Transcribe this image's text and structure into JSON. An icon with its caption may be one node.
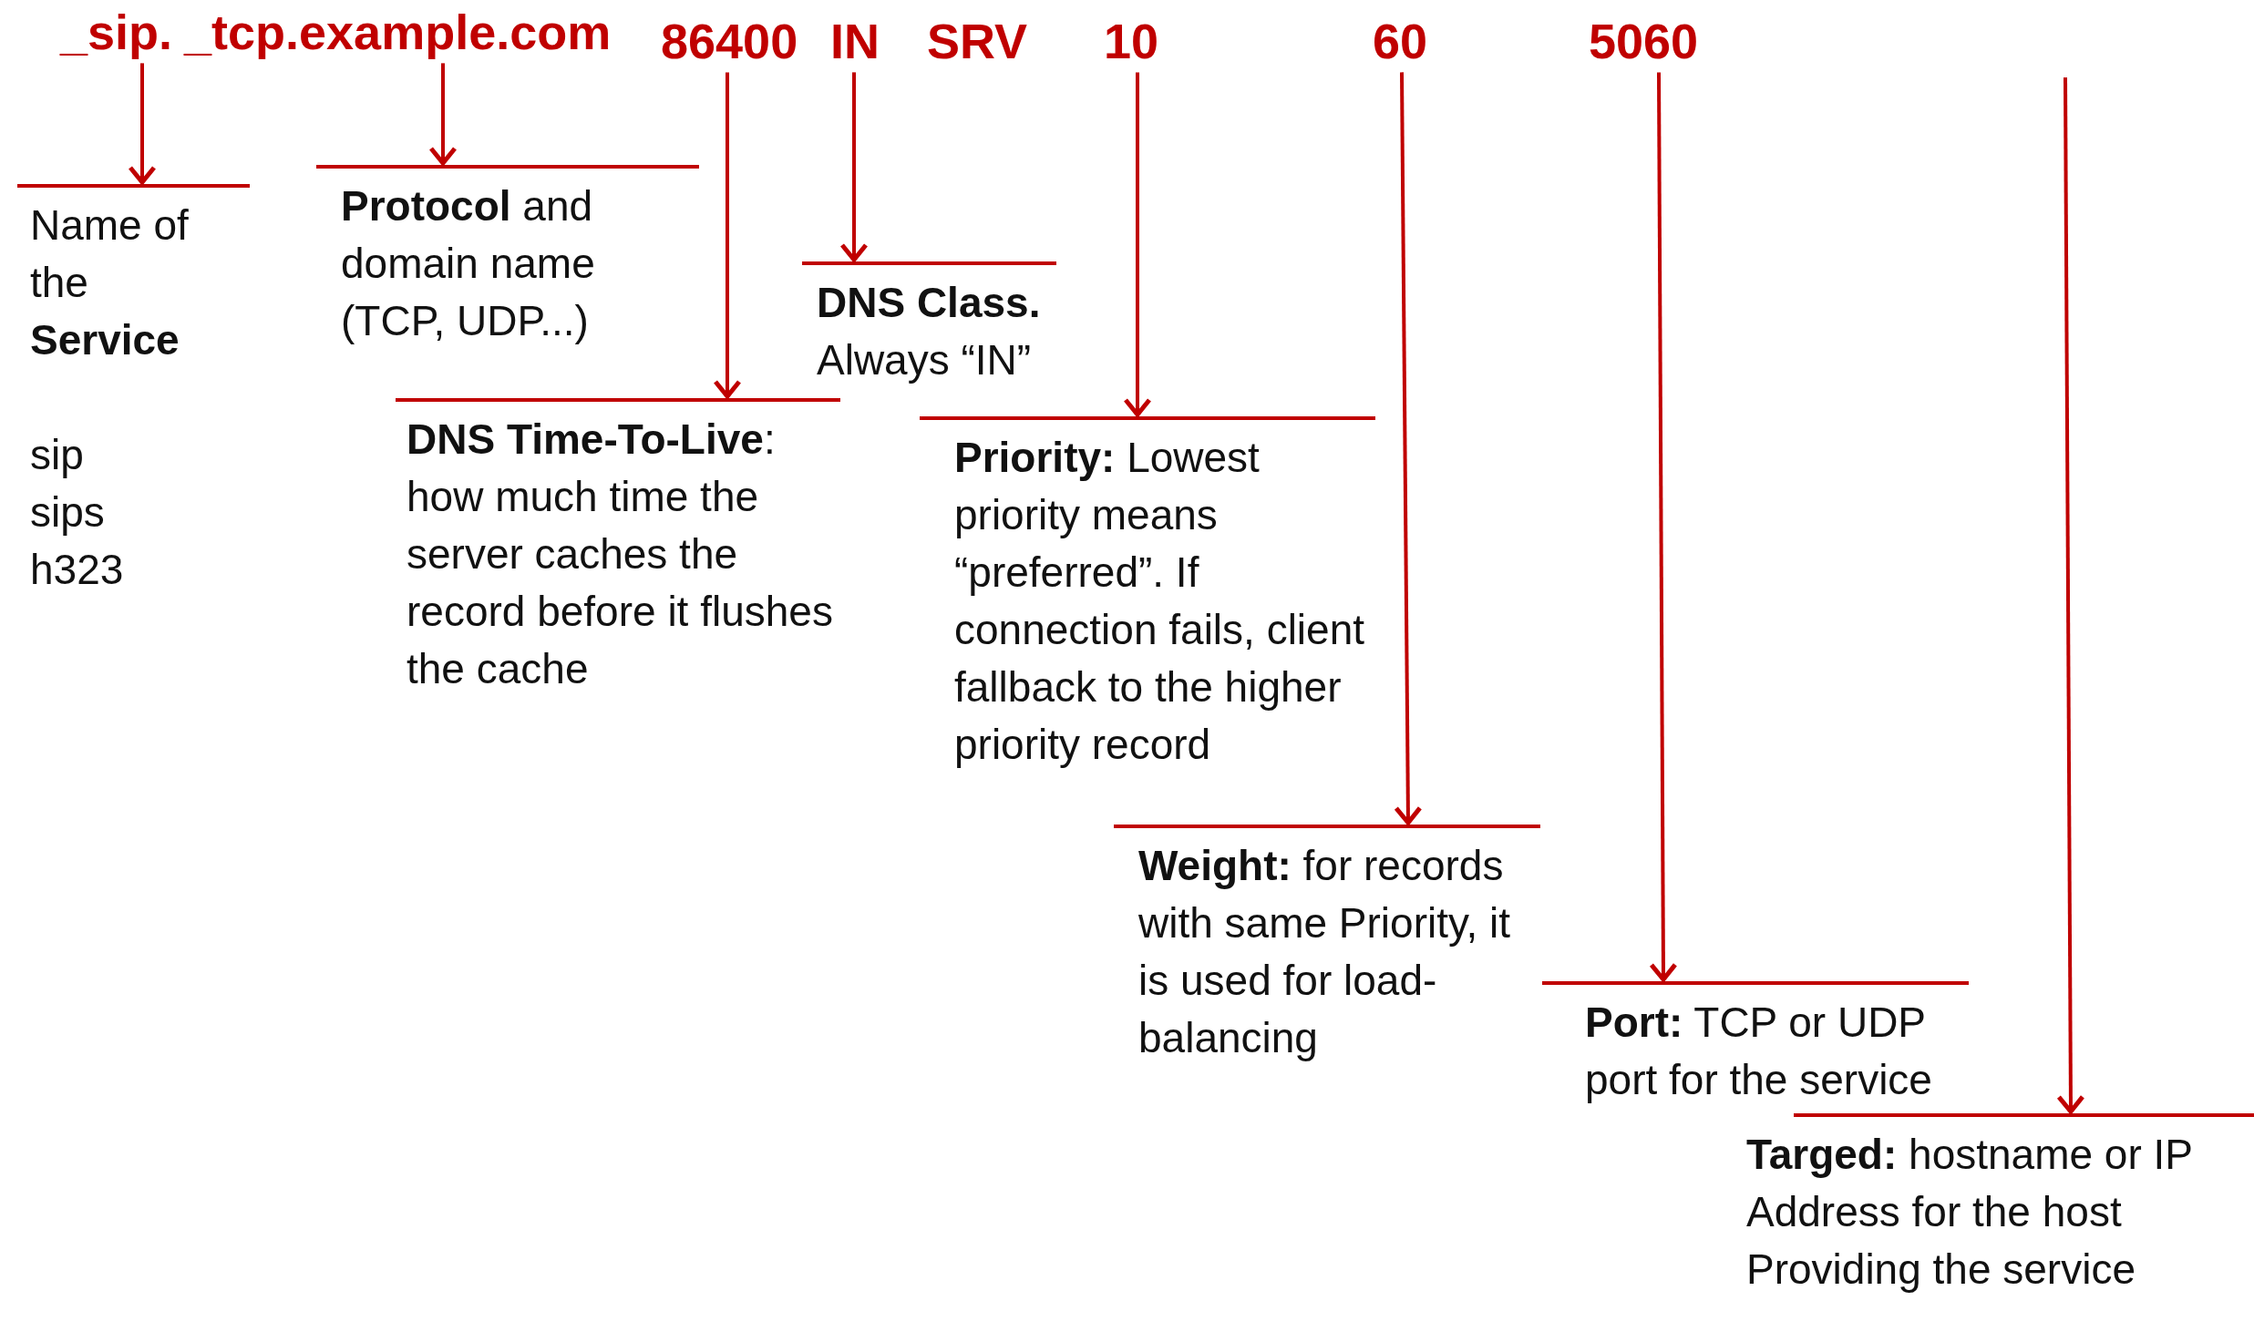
{
  "diagram": {
    "nodes": [
      {
        "text": [
          "_sip."
        ]
      },
      {
        "text": [
          "_tcp.example.com"
        ]
      },
      {
        "text": [
          "86400"
        ]
      },
      {
        "text": [
          "IN"
        ]
      },
      {
        "text": [
          "10"
        ]
      },
      {
        "text": [
          "60"
        ]
      },
      {
        "text": [
          "5060"
        ]
      },
      {
        "text": [
          "Name of the **Service**",
          "sip",
          "sips",
          "h323"
        ]
      },
      {
        "text": [
          "**Protocol** and domain name (TCP, UDP...)"
        ]
      },
      {
        "text": [
          "**DNS Time-To-Live**: how much time the server caches the record before it flushes the cache"
        ]
      },
      {
        "text": [
          "**DNS Class.** Always “IN”"
        ]
      },
      {
        "text": [
          "**Priority:** Lowest priority means “preferred”. If connection fails, client fallback to the higher priority record"
        ]
      },
      {
        "text": [
          "**Weight:** for records with same Priority, it is used for load-balancing"
        ]
      },
      {
        "text": [
          "**Port:** TCP or UDP port for the service"
        ]
      },
      {
        "text": [
          "**Targed:** hostname or IP Address for the host Providing the service"
        ]
      }
    ],
    "edges": [
      {
        "from": 0,
        "to": 7,
        "arrow": "to"
      },
      {
        "from": 1,
        "to": 8,
        "arrow": "to"
      },
      {
        "from": 2,
        "to": 9,
        "arrow": "to"
      },
      {
        "from": 3,
        "to": 10,
        "arrow": "to"
      },
      {
        "from": 4,
        "to": 11,
        "arrow": "to"
      },
      {
        "from": 5,
        "to": 12,
        "arrow": "to"
      },
      {
        "from": 6,
        "to": 13,
        "arrow": "to"
      },
      {
        "from": null,
        "to": 14,
        "arrow": "to"
      }
    ],
    "labels": [
      "SRV"
    ]
  }
}
